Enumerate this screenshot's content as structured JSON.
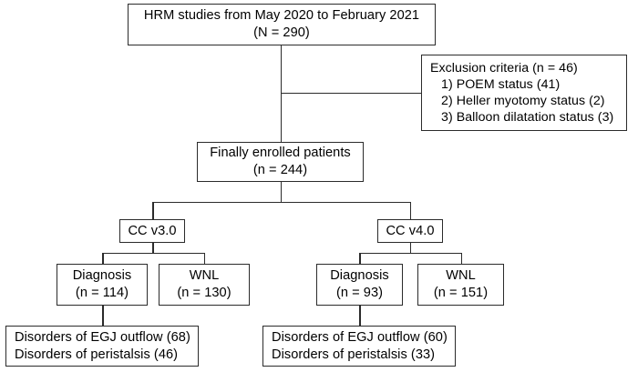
{
  "figure": {
    "type": "flowchart",
    "title": "HRM study patient selection flowchart"
  },
  "nodes": {
    "source_studies": {
      "line1": "HRM studies from May 2020 to February 2021",
      "line2": "(N = 290)"
    },
    "exclusion": {
      "line1": "Exclusion criteria (n = 46)",
      "line2": "1) POEM status (41)",
      "line3": "2) Heller myotomy status (2)",
      "line4": "3) Balloon dilatation status (3)"
    },
    "enrolled": {
      "line1": "Finally enrolled patients",
      "line2": "(n = 244)"
    },
    "cc_v3": {
      "line1": "CC v3.0"
    },
    "cc_v4": {
      "line1": "CC v4.0"
    },
    "v3_diagnosis": {
      "line1": "Diagnosis",
      "line2": "(n = 114)"
    },
    "v3_wnl": {
      "line1": "WNL",
      "line2": "(n = 130)"
    },
    "v4_diagnosis": {
      "line1": "Diagnosis",
      "line2": "(n = 93)"
    },
    "v4_wnl": {
      "line1": "WNL",
      "line2": "(n = 151)"
    },
    "v3_disorders": {
      "line1": "Disorders of EGJ outflow (68)",
      "line2": "Disorders of peristalsis (46)"
    },
    "v4_disorders": {
      "line1": "Disorders of EGJ outflow (60)",
      "line2": "Disorders of peristalsis (33)"
    }
  },
  "chart_data": {
    "type": "flowchart",
    "title": "HRM studies from May 2020 to February 2021",
    "steps": [
      {
        "id": "source_studies",
        "label": "HRM studies from May 2020 to February 2021",
        "count": 290,
        "count_symbol": "N"
      },
      {
        "id": "exclusion",
        "label": "Exclusion criteria",
        "count": 46,
        "count_symbol": "n",
        "items": [
          {
            "index": 1,
            "label": "POEM status",
            "count": 41
          },
          {
            "index": 2,
            "label": "Heller myotomy status",
            "count": 2
          },
          {
            "index": 3,
            "label": "Balloon dilatation status",
            "count": 3
          }
        ]
      },
      {
        "id": "enrolled",
        "label": "Finally enrolled patients",
        "count": 244,
        "count_symbol": "n"
      },
      {
        "id": "cc_v3",
        "label": "CC v3.0",
        "children": [
          {
            "id": "v3_diagnosis",
            "label": "Diagnosis",
            "count": 114,
            "breakdown": [
              {
                "label": "Disorders of EGJ outflow",
                "count": 68
              },
              {
                "label": "Disorders of peristalsis",
                "count": 46
              }
            ]
          },
          {
            "id": "v3_wnl",
            "label": "WNL",
            "count": 130
          }
        ]
      },
      {
        "id": "cc_v4",
        "label": "CC v4.0",
        "children": [
          {
            "id": "v4_diagnosis",
            "label": "Diagnosis",
            "count": 93,
            "breakdown": [
              {
                "label": "Disorders of EGJ outflow",
                "count": 60
              },
              {
                "label": "Disorders of peristalsis",
                "count": 33
              }
            ]
          },
          {
            "id": "v4_wnl",
            "label": "WNL",
            "count": 151
          }
        ]
      }
    ],
    "colors": {
      "border": "#2b2b2b",
      "background": "#ffffff",
      "text": "#000000"
    }
  }
}
